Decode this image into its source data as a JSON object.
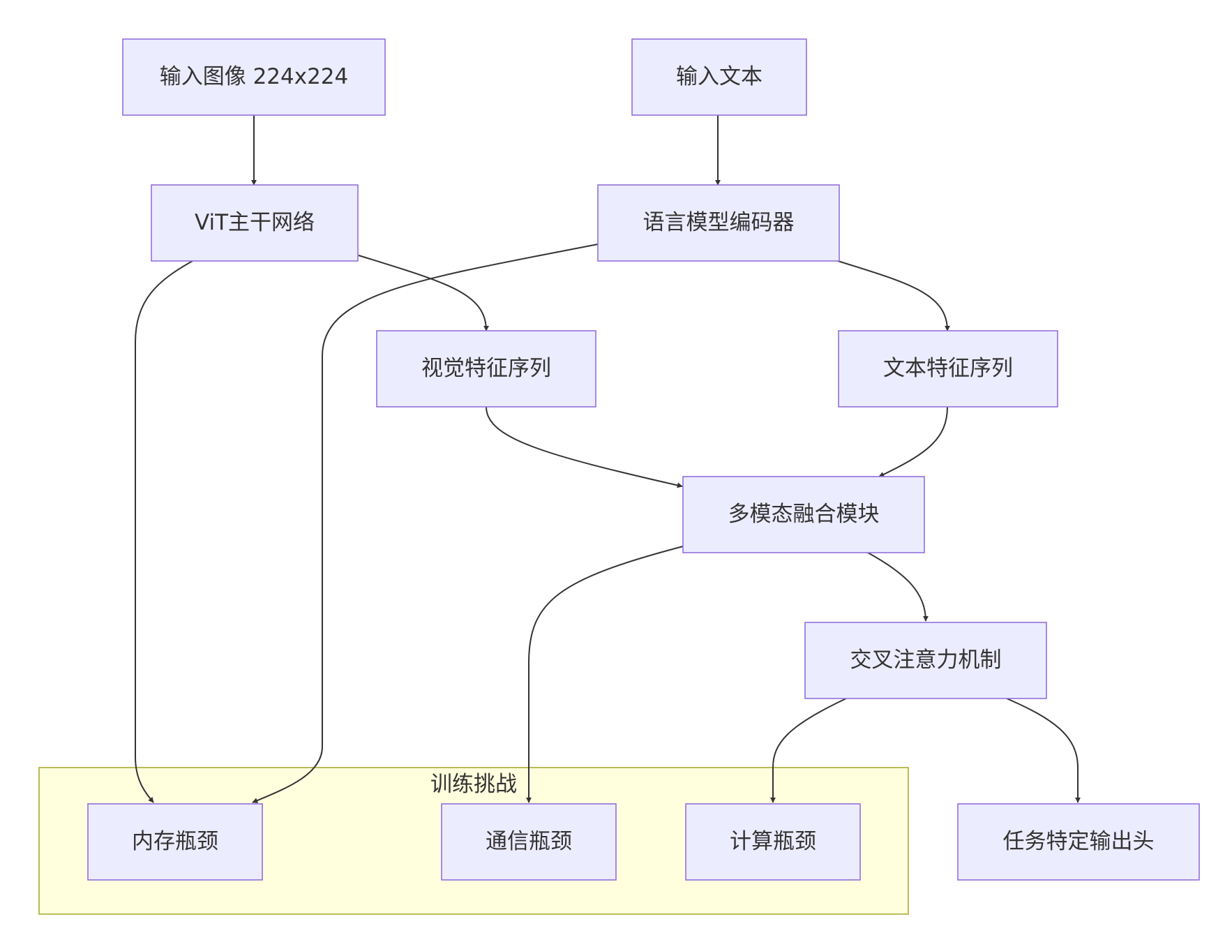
{
  "colors": {
    "node_fill": "#ececff",
    "node_stroke": "#9370db",
    "cluster_fill": "#ffffde",
    "cluster_stroke": "#aaaa33",
    "edge": "#333333",
    "text": "#333333"
  },
  "nodes": {
    "input_image": "输入图像 224x224",
    "input_text": "输入文本",
    "vit_backbone": "ViT主干网络",
    "lm_encoder": "语言模型编码器",
    "visual_seq": "视觉特征序列",
    "text_seq": "文本特征序列",
    "fusion": "多模态融合模块",
    "cross_attn": "交叉注意力机制",
    "memory_bn": "内存瓶颈",
    "comm_bn": "通信瓶颈",
    "compute_bn": "计算瓶颈",
    "task_head": "任务特定输出头"
  },
  "cluster": {
    "title": "训练挑战"
  },
  "edges": [
    {
      "from": "input_image",
      "to": "vit_backbone"
    },
    {
      "from": "input_text",
      "to": "lm_encoder"
    },
    {
      "from": "vit_backbone",
      "to": "visual_seq"
    },
    {
      "from": "vit_backbone",
      "to": "memory_bn"
    },
    {
      "from": "lm_encoder",
      "to": "text_seq"
    },
    {
      "from": "lm_encoder",
      "to": "memory_bn"
    },
    {
      "from": "visual_seq",
      "to": "fusion"
    },
    {
      "from": "text_seq",
      "to": "fusion"
    },
    {
      "from": "fusion",
      "to": "cross_attn"
    },
    {
      "from": "fusion",
      "to": "comm_bn"
    },
    {
      "from": "cross_attn",
      "to": "compute_bn"
    },
    {
      "from": "cross_attn",
      "to": "task_head"
    }
  ]
}
